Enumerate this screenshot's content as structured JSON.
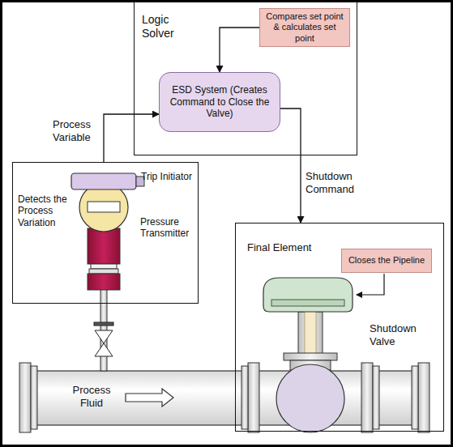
{
  "diagram": {
    "nodes": [
      {
        "text": [
          "Logic Solver"
        ]
      },
      {
        "text": [
          "Compares set point & calculates set point"
        ],
        "in": 0
      },
      {
        "text": [
          "ESD System (Creates Command to Close the Valve)"
        ],
        "in": 0
      },
      {
        "text": [
          "Trip Initiator",
          "Detects the Process Variation",
          "Pressure Transmitter"
        ]
      },
      {
        "text": [
          "Final Element",
          "Shutdown Valve"
        ]
      },
      {
        "text": [
          "Closes the Pipeline"
        ],
        "in": 4
      }
    ],
    "edges": [
      {
        "from": 3,
        "to": 2,
        "label": "Process Variable",
        "arrow": "to"
      },
      {
        "from": 1,
        "to": 2,
        "arrow": "to"
      },
      {
        "from": 2,
        "to": 4,
        "label": "Shutdown Command",
        "arrow": "to"
      }
    ],
    "labels": [
      "Process Fluid"
    ]
  }
}
